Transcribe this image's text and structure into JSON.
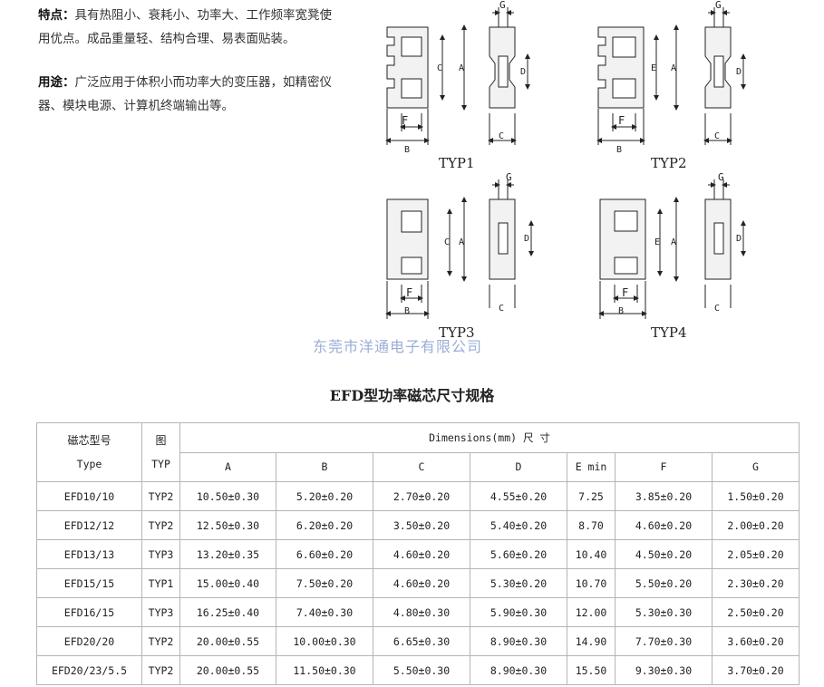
{
  "intro": {
    "features_label": "特点：",
    "features_text": "具有热阻小、衰耗小、功率大、工作频率宽凳使用优点。成品重量轻、结构合理、易表面贴装。",
    "usage_label": "用途：",
    "usage_text": "广泛应用于体积小而功率大的变压器，如精密仪器、模块电源、计算机终端输出等。"
  },
  "diagrams": {
    "typ1": "TYP1",
    "typ2": "TYP2",
    "typ3": "TYP3",
    "typ4": "TYP4",
    "dim_labels": {
      "A": "A",
      "B": "B",
      "C": "C",
      "D": "D",
      "E": "E",
      "F": "F",
      "G": "G"
    }
  },
  "watermark": "东莞市洋通电子有限公司",
  "table": {
    "title": "EFD型功率磁芯尺寸规格",
    "hdr_type_cn": "磁芯型号",
    "hdr_type_en": "Type",
    "hdr_typ_cn": "图",
    "hdr_typ_en": "TYP",
    "hdr_dimensions": "Dimensions(mm) 尺 寸",
    "columns": [
      "A",
      "B",
      "C",
      "D",
      "E min",
      "F",
      "G"
    ],
    "rows": [
      [
        "EFD10/10",
        "TYP2",
        "10.50±0.30",
        "5.20±0.20",
        "2.70±0.20",
        "4.55±0.20",
        "7.25",
        "3.85±0.20",
        "1.50±0.20"
      ],
      [
        "EFD12/12",
        "TYP2",
        "12.50±0.30",
        "6.20±0.20",
        "3.50±0.20",
        "5.40±0.20",
        "8.70",
        "4.60±0.20",
        "2.00±0.20"
      ],
      [
        "EFD13/13",
        "TYP3",
        "13.20±0.35",
        "6.60±0.20",
        "4.60±0.20",
        "5.60±0.20",
        "10.40",
        "4.50±0.20",
        "2.05±0.20"
      ],
      [
        "EFD15/15",
        "TYP1",
        "15.00±0.40",
        "7.50±0.20",
        "4.60±0.20",
        "5.30±0.20",
        "10.70",
        "5.50±0.20",
        "2.30±0.20"
      ],
      [
        "EFD16/15",
        "TYP3",
        "16.25±0.40",
        "7.40±0.30",
        "4.80±0.30",
        "5.90±0.30",
        "12.00",
        "5.30±0.30",
        "2.50±0.20"
      ],
      [
        "EFD20/20",
        "TYP2",
        "20.00±0.55",
        "10.00±0.30",
        "6.65±0.30",
        "8.90±0.30",
        "14.90",
        "7.70±0.30",
        "3.60±0.20"
      ],
      [
        "EFD20/23/5.5",
        "TYP2",
        "20.00±0.55",
        "11.50±0.30",
        "5.50±0.30",
        "8.90±0.30",
        "15.50",
        "9.30±0.30",
        "3.70±0.20"
      ]
    ]
  }
}
